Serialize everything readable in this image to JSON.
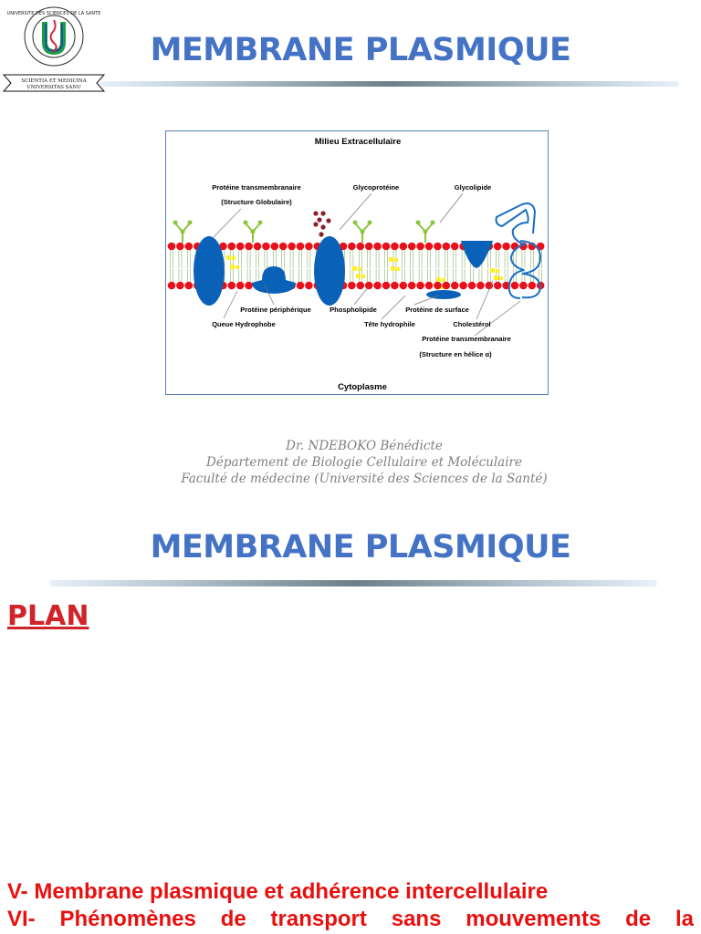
{
  "header": {
    "title": "MEMBRANE PLASMIQUE",
    "logo": {
      "ring_text": "UNIVERSITE DES SCIENCES DE LA SANTE",
      "banner_line1": "SCIENTIA ET MEDICINA",
      "banner_line2": "UNIVERSITAS SANU"
    }
  },
  "figure": {
    "top_label": "Milieu Extracellulaire",
    "bottom_label": "Cytoplasme",
    "labels": {
      "transmembrane_globular_1": "Protéine transmembranaire",
      "transmembrane_globular_2": "(Structure Globulaire)",
      "glycoprotein": "Glycoprotéine",
      "glycolipid": "Glycolipide",
      "peripheral_protein": "Protéine périphérique",
      "hydrophobic_tail": "Queue Hydrophobe",
      "phospholipid": "Phospholipide",
      "surface_protein": "Protéine de surface",
      "hydrophilic_head": "Tête hydrophile",
      "cholesterol": "Cholestérol",
      "transmembrane_helix_1": "Protéine transmembranaire",
      "transmembrane_helix_2": "(Structure en hélice α)"
    },
    "colors": {
      "head": "#e8101a",
      "protein": "#0a62b8",
      "glyco": "#8ac53e",
      "cholesterol": "#ffef2a",
      "chain": "#8b1f2a"
    }
  },
  "credits": {
    "author": "Dr. NDEBOKO Bénédicte",
    "department": "Département de Biologie Cellulaire et Moléculaire",
    "faculty": "Faculté de médecine (Université des Sciences de la Santé)"
  },
  "section": {
    "title": "MEMBRANE PLASMIQUE",
    "plan_heading": "PLAN",
    "items": [
      "V- Membrane plasmique et adhérence intercellulaire",
      "VI- Phénomènes de transport sans mouvements de la"
    ]
  }
}
